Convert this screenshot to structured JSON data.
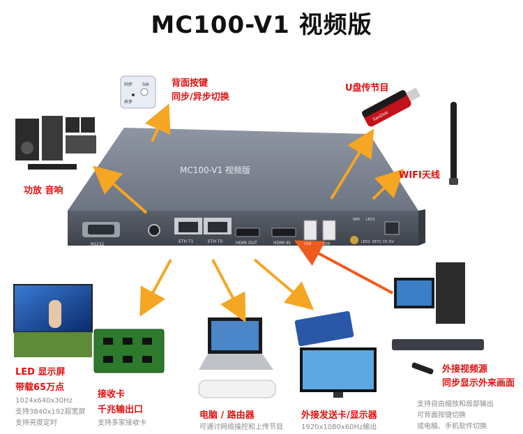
{
  "title": "MC100-V1 视频版",
  "device": {
    "top_label": "MC100-V1 视频版",
    "ports": {
      "rs232": "RS232",
      "eth1": "ETH T1",
      "eth0": "ETH T0",
      "hdmi_out": "HDMI OUT",
      "hdmi_in": "HDMI IN",
      "usb1": "USB",
      "usb2": "USB",
      "wifi": "WiFi",
      "led1": "LED1",
      "led2": "LED2",
      "key1": "KEY1",
      "dc": "DC-5V"
    }
  },
  "switch_callout": {
    "line1": "背面按键",
    "line2": "同步/异步切换",
    "sw_labels": {
      "sync": "同步",
      "sw": "SW",
      "async": "异步"
    }
  },
  "usb_callout": {
    "label": "U盘传节目",
    "brand": "SanDisk"
  },
  "wifi_callout": {
    "label": "WIFI天线"
  },
  "amp_callout": {
    "label": "功放 音响"
  },
  "led_screen": {
    "title": "LED 显示屏",
    "subtitle": "带载65万点",
    "notes": [
      "1024x640x30Hz",
      "支持3840x192超宽屏",
      "支持亮度定时"
    ]
  },
  "receiver_card": {
    "title": "接收卡",
    "subtitle": "千兆输出口",
    "notes": [
      "支持多家接收卡"
    ]
  },
  "computer_router": {
    "title": "电脑 / 路由器",
    "notes": [
      "可通讨网络操控和上传节目"
    ]
  },
  "sender_display": {
    "title": "外接发送卡/显示器",
    "notes": [
      "1920x1080x60Hz输出"
    ]
  },
  "video_source": {
    "title": "外接视频源",
    "subtitle": "同步显示外来画面",
    "notes": [
      "支持自由缩放和局部输出",
      "可背面按键切换",
      "或电脑、手机软件切换"
    ]
  },
  "colors": {
    "arrow": "#f5a623",
    "arrow_red": "#f05a1e",
    "label_red": "#e01010",
    "device": "#6f7683"
  }
}
